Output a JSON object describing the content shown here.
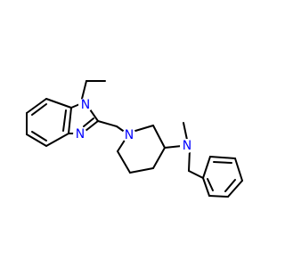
{
  "molecule": {
    "atoms": {
      "n_imidazole_1": "N",
      "n_imidazole_3": "N",
      "n_piperidine": "N",
      "n_amine": "N"
    },
    "colors": {
      "bond": "#000000",
      "nitrogen": "#0000ff",
      "background": "#ffffff"
    }
  }
}
